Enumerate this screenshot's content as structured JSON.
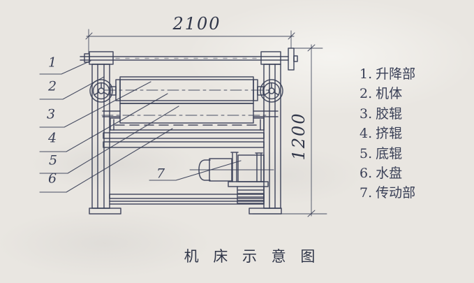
{
  "page": {
    "caption": "机 床 示 意 图"
  },
  "dimensions": {
    "width_label": "2100",
    "height_label": "1200"
  },
  "markers": [
    "1",
    "2",
    "3",
    "4",
    "5",
    "6",
    "7"
  ],
  "legend": {
    "items": [
      {
        "num": "1.",
        "label": "升降部"
      },
      {
        "num": "2.",
        "label": "机体"
      },
      {
        "num": "3.",
        "label": "胶辊"
      },
      {
        "num": "4.",
        "label": "挤辊"
      },
      {
        "num": "5.",
        "label": "底辊"
      },
      {
        "num": "6.",
        "label": "水盘"
      },
      {
        "num": "7.",
        "label": "传动部"
      }
    ]
  },
  "colors": {
    "ink": "#3a4057",
    "paper": "#e9e6e1"
  }
}
